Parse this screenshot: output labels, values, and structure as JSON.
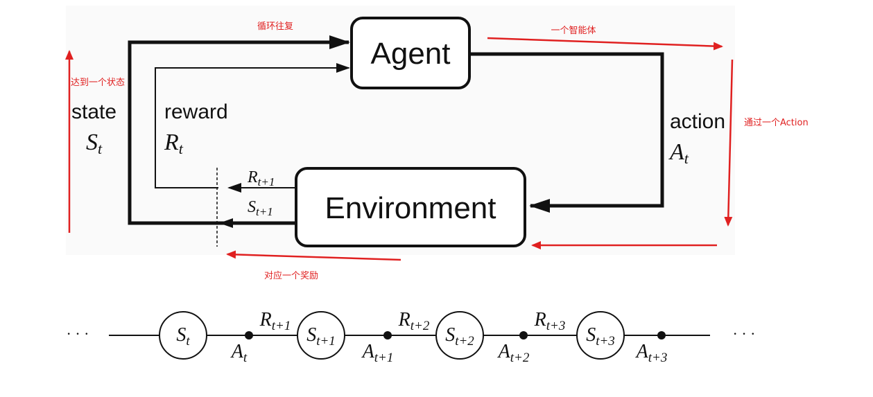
{
  "colors": {
    "ink": "#111111",
    "annotation": "#e02020",
    "background": "#ffffff"
  },
  "nodes": {
    "agent": "Agent",
    "environment": "Environment"
  },
  "labels": {
    "state": "state",
    "state_symbol": "S",
    "state_sub": "t",
    "reward": "reward",
    "reward_symbol": "R",
    "reward_sub": "t",
    "action": "action",
    "action_symbol": "A",
    "action_sub": "t",
    "next_reward_symbol": "R",
    "next_reward_sub": "t+1",
    "next_state_symbol": "S",
    "next_state_sub": "t+1"
  },
  "annotations": {
    "loop": "循环往复",
    "agent_note": "一个智能体",
    "reach_state": "达到一个状态",
    "via_action": "通过一个Action",
    "reward_note": "对应一个奖励"
  },
  "sequence": {
    "ellipsis": "· · ·",
    "states": [
      {
        "symbol": "S",
        "sub": "t"
      },
      {
        "symbol": "S",
        "sub": "t+1"
      },
      {
        "symbol": "S",
        "sub": "t+2"
      },
      {
        "symbol": "S",
        "sub": "t+3"
      }
    ],
    "actions": [
      {
        "symbol": "A",
        "sub": "t"
      },
      {
        "symbol": "A",
        "sub": "t+1"
      },
      {
        "symbol": "A",
        "sub": "t+2"
      },
      {
        "symbol": "A",
        "sub": "t+3"
      }
    ],
    "rewards": [
      {
        "symbol": "R",
        "sub": "t+1"
      },
      {
        "symbol": "R",
        "sub": "t+2"
      },
      {
        "symbol": "R",
        "sub": "t+3"
      }
    ]
  }
}
